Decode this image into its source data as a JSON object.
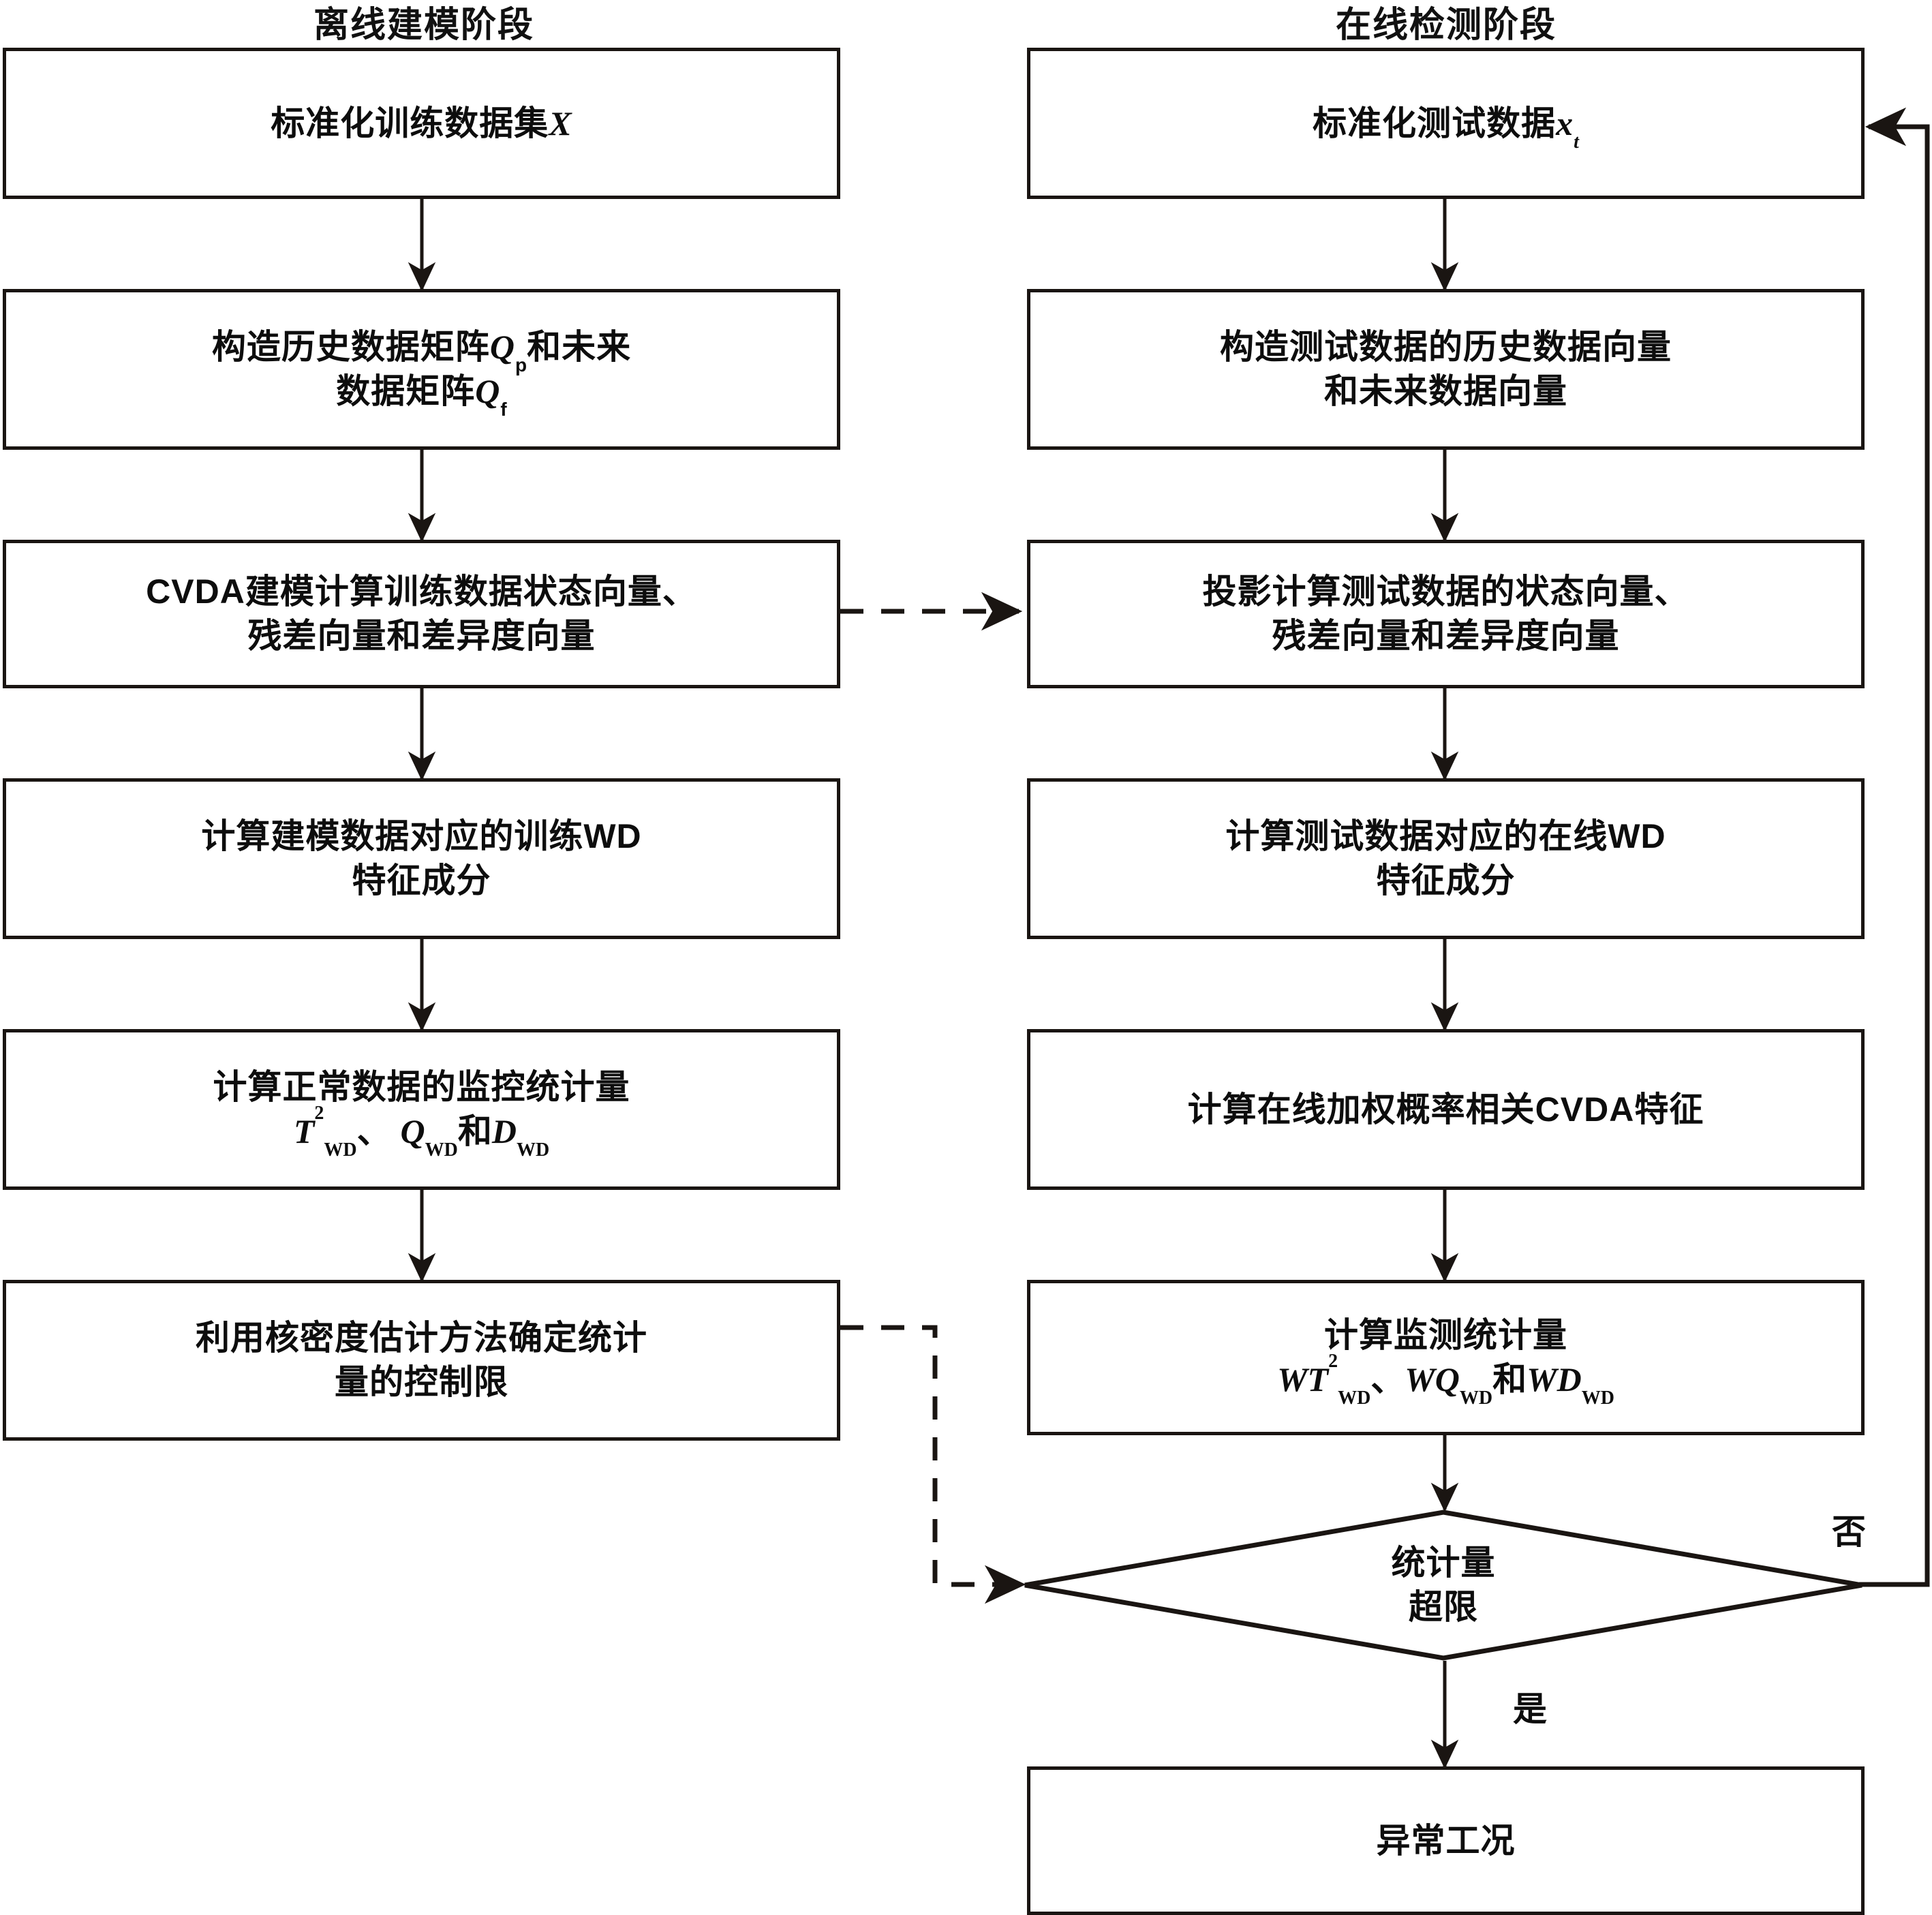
{
  "diagram": {
    "type": "flowchart",
    "title_left": "离线建模阶段",
    "title_right": "在线检测阶段"
  },
  "columns": {
    "offline": {
      "phase_label": "离线建模阶段",
      "nodes": [
        {
          "id": "train-data",
          "lines": [
            "标准化训练数据集X"
          ]
        },
        {
          "id": "build-matrices",
          "lines": [
            "构造历史数据矩阵Qp和未来",
            "数据矩阵Qf"
          ]
        },
        {
          "id": "cvda-model",
          "lines": [
            "CVDA建模计算训练数据状态向量、",
            "残差向量和差异度向量"
          ]
        },
        {
          "id": "train-wd",
          "lines": [
            "计算建模数据对应的训练WD",
            "特征成分"
          ]
        },
        {
          "id": "normal-stats",
          "lines": [
            "计算正常数据的监控统计量",
            "T²WD、 QWD和DWD"
          ]
        },
        {
          "id": "control-limits",
          "lines": [
            "利用核密度估计方法确定统计",
            "量的控制限"
          ]
        }
      ]
    },
    "online": {
      "phase_label": "在线检测阶段",
      "nodes": [
        {
          "id": "test-data",
          "lines": [
            "标准化测试数据xt"
          ]
        },
        {
          "id": "build-vectors",
          "lines": [
            "构造测试数据的历史数据向量",
            "和未来数据向量"
          ]
        },
        {
          "id": "projection",
          "lines": [
            "投影计算测试数据的状态向量、",
            "残差向量和差异度向量"
          ]
        },
        {
          "id": "online-wd",
          "lines": [
            "计算测试数据对应的在线WD",
            "特征成分"
          ]
        },
        {
          "id": "weighted-cvda",
          "lines": [
            "计算在线加权概率相关CVDA特征"
          ]
        },
        {
          "id": "monitor-stats",
          "lines": [
            "计算监测统计量",
            "WT²WD、WQWD和WDWD"
          ]
        }
      ],
      "decision": {
        "id": "stat-exceed",
        "lines": [
          "统计量",
          "超限"
        ]
      },
      "result": {
        "id": "abnormal-condition",
        "lines": [
          "异常工况"
        ]
      }
    }
  },
  "edge_labels": {
    "no": "否",
    "yes": "是"
  },
  "connectors": {
    "dashed_model_transfer": "CVDA建模 → 投影计算 (虚线)",
    "dashed_limits_transfer": "控制限 → 统计量超限 (虚线)",
    "feedback": "否 → 标准化测试数据 (反馈回路)"
  },
  "colors": {
    "stroke": "#1a1512",
    "text": "#0d0d0d",
    "background": "#ffffff"
  }
}
